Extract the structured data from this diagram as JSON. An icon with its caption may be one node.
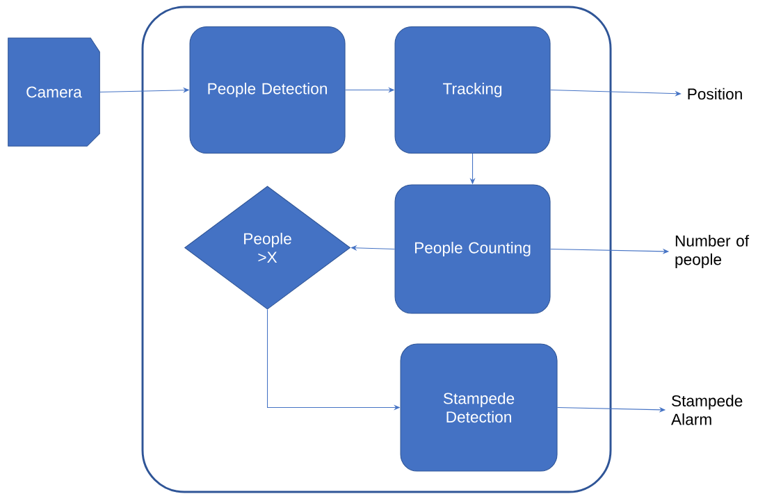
{
  "diagram": {
    "nodes": [
      {
        "text": [],
        "shape": "box"
      },
      {
        "text": [
          "Camera"
        ]
      },
      {
        "text": [
          "People Detection"
        ],
        "in": 0
      },
      {
        "text": [
          "Tracking"
        ],
        "in": 0
      },
      {
        "text": [
          "People >X"
        ],
        "in": 0
      },
      {
        "text": [
          "People Counting"
        ],
        "in": 0
      },
      {
        "text": [
          "Stampede Detection"
        ],
        "in": 0
      },
      {
        "text": [
          "Position"
        ]
      },
      {
        "text": [
          "Number of people"
        ]
      },
      {
        "text": [
          "Stampede Alarm"
        ]
      }
    ],
    "edges": [
      {
        "from": 1,
        "to": 2,
        "arrow": "to"
      },
      {
        "from": 2,
        "to": 3,
        "arrow": "to"
      },
      {
        "from": 3,
        "to": 7,
        "arrow": "to"
      },
      {
        "from": 3,
        "to": 5,
        "arrow": "to"
      },
      {
        "from": 5,
        "to": 4,
        "arrow": "to"
      },
      {
        "from": 5,
        "to": 8,
        "arrow": "to"
      },
      {
        "from": 4,
        "to": 6,
        "arrow": "to"
      },
      {
        "from": 6,
        "to": 9,
        "arrow": "to"
      }
    ]
  }
}
